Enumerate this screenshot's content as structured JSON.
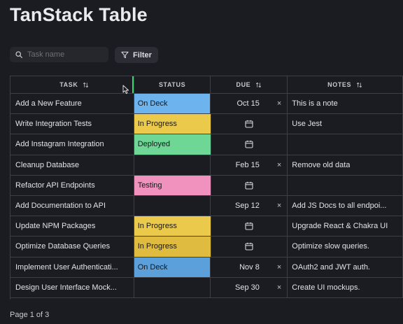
{
  "title": "TanStack Table",
  "search": {
    "placeholder": "Task name",
    "value": ""
  },
  "filter_label": "Filter",
  "columns": [
    {
      "label": "TASK",
      "sortable": true
    },
    {
      "label": "STATUS",
      "sortable": false
    },
    {
      "label": "DUE",
      "sortable": true
    },
    {
      "label": "NOTES",
      "sortable": true
    }
  ],
  "status_colors": {
    "On Deck": "#6db3ee",
    "In Progress": "#ebc94a",
    "Deployed": "#6ed796",
    "Testing": "#f191bd",
    "On Deck dark": "#5ba0da",
    "In Progress dark": "#dcb83c"
  },
  "rows": [
    {
      "task": "Add a New Feature",
      "status": "On Deck",
      "status_color": "#6db3ee",
      "due": "Oct 15",
      "notes": "This is a note"
    },
    {
      "task": "Write Integration Tests",
      "status": "In Progress",
      "status_color": "#ebc94a",
      "due": "",
      "notes": "Use Jest"
    },
    {
      "task": "Add Instagram Integration",
      "status": "Deployed",
      "status_color": "#6ed796",
      "due": "",
      "notes": ""
    },
    {
      "task": "Cleanup Database",
      "status": "",
      "status_color": "",
      "due": "Feb 15",
      "notes": "Remove old data"
    },
    {
      "task": "Refactor API Endpoints",
      "status": "Testing",
      "status_color": "#f191bd",
      "due": "",
      "notes": ""
    },
    {
      "task": "Add Documentation to API",
      "status": "",
      "status_color": "",
      "due": "Sep 12",
      "notes": "Add JS Docs to all endpoi..."
    },
    {
      "task": "Update NPM Packages",
      "status": "In Progress",
      "status_color": "#ebc94a",
      "due": "",
      "notes": "Upgrade React & Chakra UI"
    },
    {
      "task": "Optimize Database Queries",
      "status": "In Progress",
      "status_color": "#dfbc40",
      "due": "",
      "notes": "Optimize slow queries."
    },
    {
      "task": "Implement User Authenticati...",
      "status": "On Deck",
      "status_color": "#5ba0da",
      "due": "Nov 8",
      "notes": "OAuth2 and JWT auth."
    },
    {
      "task": "Design User Interface Mock...",
      "status": "",
      "status_color": "",
      "due": "Sep 30",
      "notes": "Create UI mockups."
    }
  ],
  "clear_date_glyph": "×",
  "footer": {
    "page_text": "Page 1 of 3"
  }
}
